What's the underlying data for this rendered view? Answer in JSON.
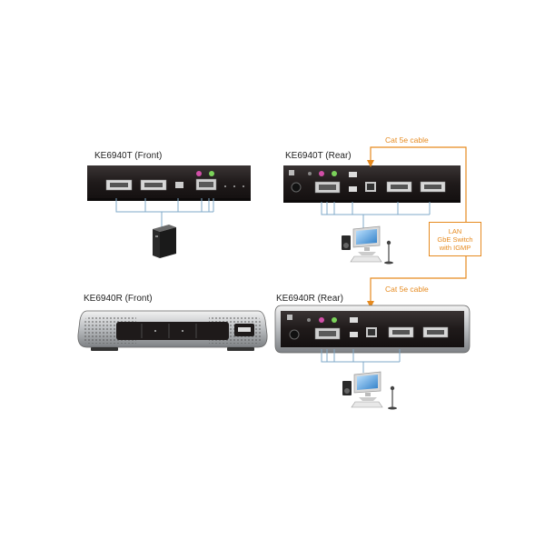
{
  "labels": {
    "tx_front": "KE6940T (Front)",
    "tx_rear": "KE6940T (Rear)",
    "rx_front": "KE6940R (Front)",
    "rx_rear": "KE6940R (Rear)",
    "cable_top": "Cat 5e cable",
    "cable_bottom": "Cat 5e cable"
  },
  "lan_box": {
    "line1": "LAN",
    "line2": "GbE Switch",
    "line3": "with IGMP"
  },
  "colors": {
    "device_body": "#1e1a1a",
    "cable_orange": "#e68a1f",
    "wire_blue": "#7fa9c8",
    "port_silver": "#bfc4c8"
  }
}
